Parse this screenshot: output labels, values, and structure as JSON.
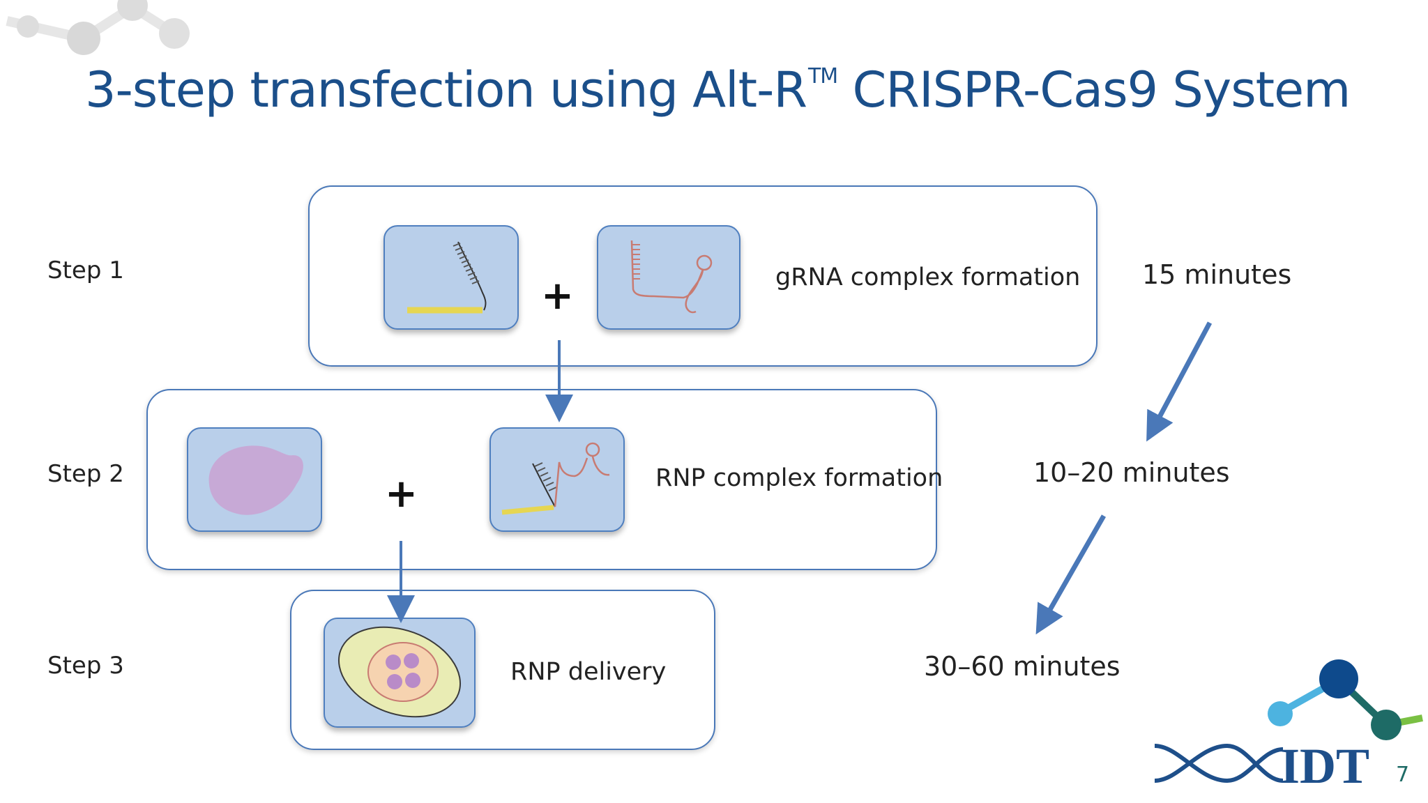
{
  "slide": {
    "title": "3-step transfection using Alt-R",
    "title_mark": "TM",
    "title_rest": " CRISPR-Cas9 System",
    "page_number": "7"
  },
  "steps": [
    {
      "label": "Step 1",
      "description": "gRNA complex formation",
      "duration": "15 minutes"
    },
    {
      "label": "Step 2",
      "description": "RNP complex formation",
      "duration": "10–20 minutes"
    },
    {
      "label": "Step 3",
      "description": "RNP delivery",
      "duration": "30–60 minutes"
    }
  ],
  "symbols": {
    "plus": "+"
  },
  "logo": {
    "text": "IDT"
  },
  "colors": {
    "title": "#1b4f8a",
    "tile_fill": "#b9cfea",
    "tile_border": "#4f7fbf",
    "arrow": "#4a78b8",
    "tracrRNA": "#c87b72",
    "crRNA": "#e6d652",
    "logo_dark_blue": "#0e4a8c",
    "logo_light_blue": "#4db3e0",
    "logo_green": "#1e6b66"
  }
}
